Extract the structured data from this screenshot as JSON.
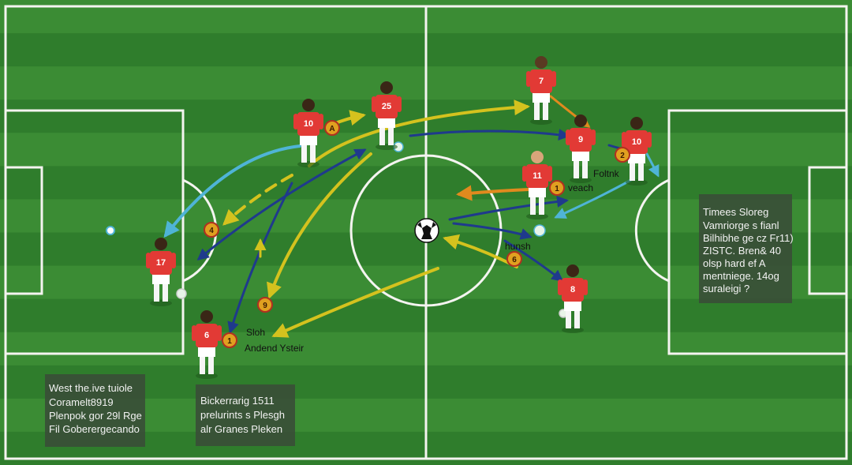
{
  "colors": {
    "grass_dark": "#2f7d2c",
    "grass_light": "#3b8c34",
    "line": "#f4f4f0",
    "jersey": "#e23a35",
    "shorts": "#ffffff",
    "arrow_blue": "#1f3a8c",
    "arrow_yellow": "#d4c21e",
    "arrow_cyan": "#4fb4d6",
    "arrow_orange": "#e08a1e",
    "badge_fill": "#e0a020",
    "badge_ring": "#b03020",
    "box_bg": "#3a4a38"
  },
  "players": [
    {
      "number": "7"
    },
    {
      "number": "25"
    },
    {
      "number": "10"
    },
    {
      "number": "9"
    },
    {
      "number": "10"
    },
    {
      "number": "11"
    },
    {
      "number": "17"
    },
    {
      "number": "6"
    },
    {
      "number": "8"
    }
  ],
  "badges": [
    "A",
    "4",
    "2",
    "1",
    "9",
    "1",
    "6"
  ],
  "annotations": {
    "foltnk": "Foltnk",
    "vecch": "veach",
    "hunsh": "hunsh",
    "sloh": "Sloh",
    "anderd": "Andend Ysteir"
  },
  "info_boxes": [
    {
      "lines": [
        "West the.ive  tuiole",
        "Coramelt8919",
        "Plenpok gor 29l Rge",
        "Fil Goberergecando"
      ]
    },
    {
      "lines": [
        "Bickerrarig 1511",
        "prelurints s Plesgh",
        "alr Granes Pleken"
      ]
    },
    {
      "lines": [
        "Timees Sloreg",
        "Vamriorge s fianl",
        "Bilhibhe ge cz Fr11)",
        "ZISTC. Bren& 40",
        "olsp hard ef A",
        "mentniege. 14og",
        "suraleigi ?"
      ]
    }
  ]
}
